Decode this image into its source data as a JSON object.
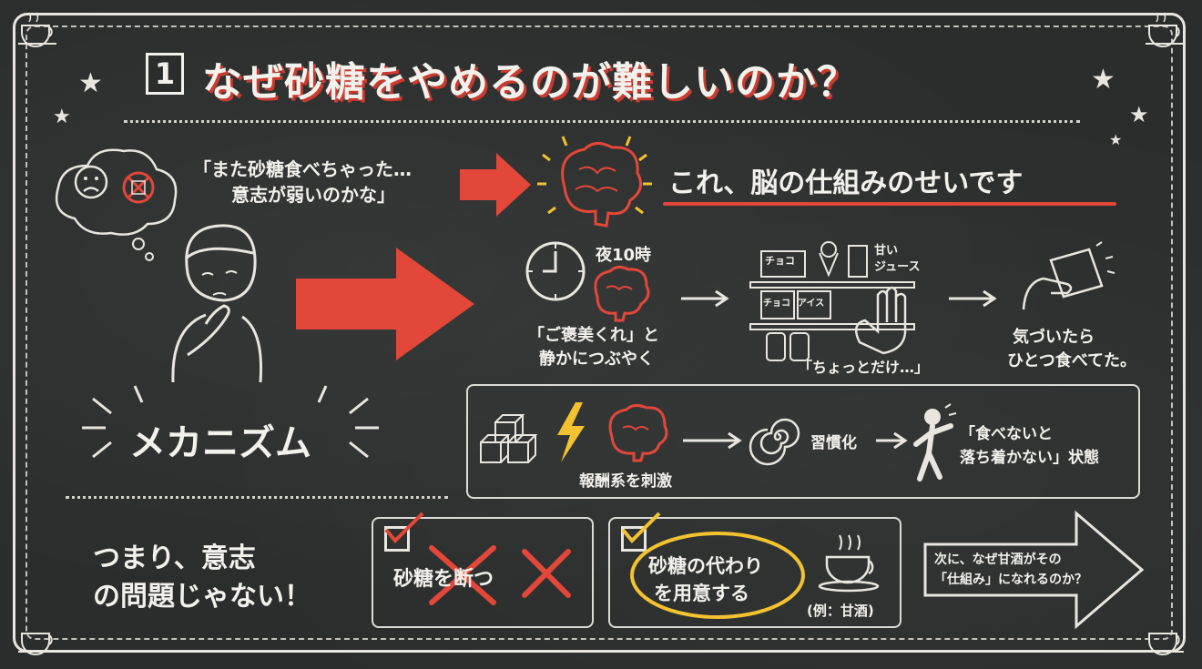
{
  "title": {
    "number": "1",
    "text": "なぜ砂糖をやめるのが難しいのか？"
  },
  "thought": {
    "line1": "「また砂糖食べちゃった…",
    "line2": "意志が弱いのかな」"
  },
  "headline": "これ、脳の仕組みのせいです",
  "flow": {
    "time_label": "夜10時",
    "whisper_line1": "「ご褒美くれ」と",
    "whisper_line2": "静かにつぶやく",
    "shelf": {
      "item1": "チョコ",
      "item2": "甘い\nジュース",
      "item3": "チョコ",
      "item4": "アイス",
      "tag_juice": "甘い",
      "tag_juice2": "ジュース"
    },
    "just_a_bit": "「ちょっとだけ…」",
    "result_line1": "気づいたら",
    "result_line2": "ひとつ食べてた。"
  },
  "mechanism": {
    "label": "メカニズム",
    "reward": "報酬系を刺激",
    "habit": "習慣化",
    "state_line1": "「食べないと",
    "state_line2": "落ち着かない」状態"
  },
  "conclusion": {
    "line1": "つまり、意志",
    "line2": "の問題じゃない！"
  },
  "option_bad": {
    "label": "砂糖を断つ"
  },
  "option_good": {
    "line1": "砂糖の代わり",
    "line2": "を用意する",
    "example": "(例：甘酒)"
  },
  "next": {
    "line1": "次に、なぜ甘酒がその",
    "line2": "「仕組み」になれるのか？"
  },
  "colors": {
    "accent": "#e2473a",
    "highlight": "#f2c230",
    "chalk": "#f3f1ec",
    "board": "#2a2d2c"
  },
  "icons": [
    "coffee-cup-icon",
    "star-icon",
    "sad-face-icon",
    "no-sugar-icon",
    "brain-icon",
    "clock-icon",
    "hand-icon",
    "sugar-cubes-icon",
    "lightning-icon",
    "spiral-icon",
    "person-icon",
    "check-icon",
    "cross-icon",
    "tea-cup-icon"
  ]
}
